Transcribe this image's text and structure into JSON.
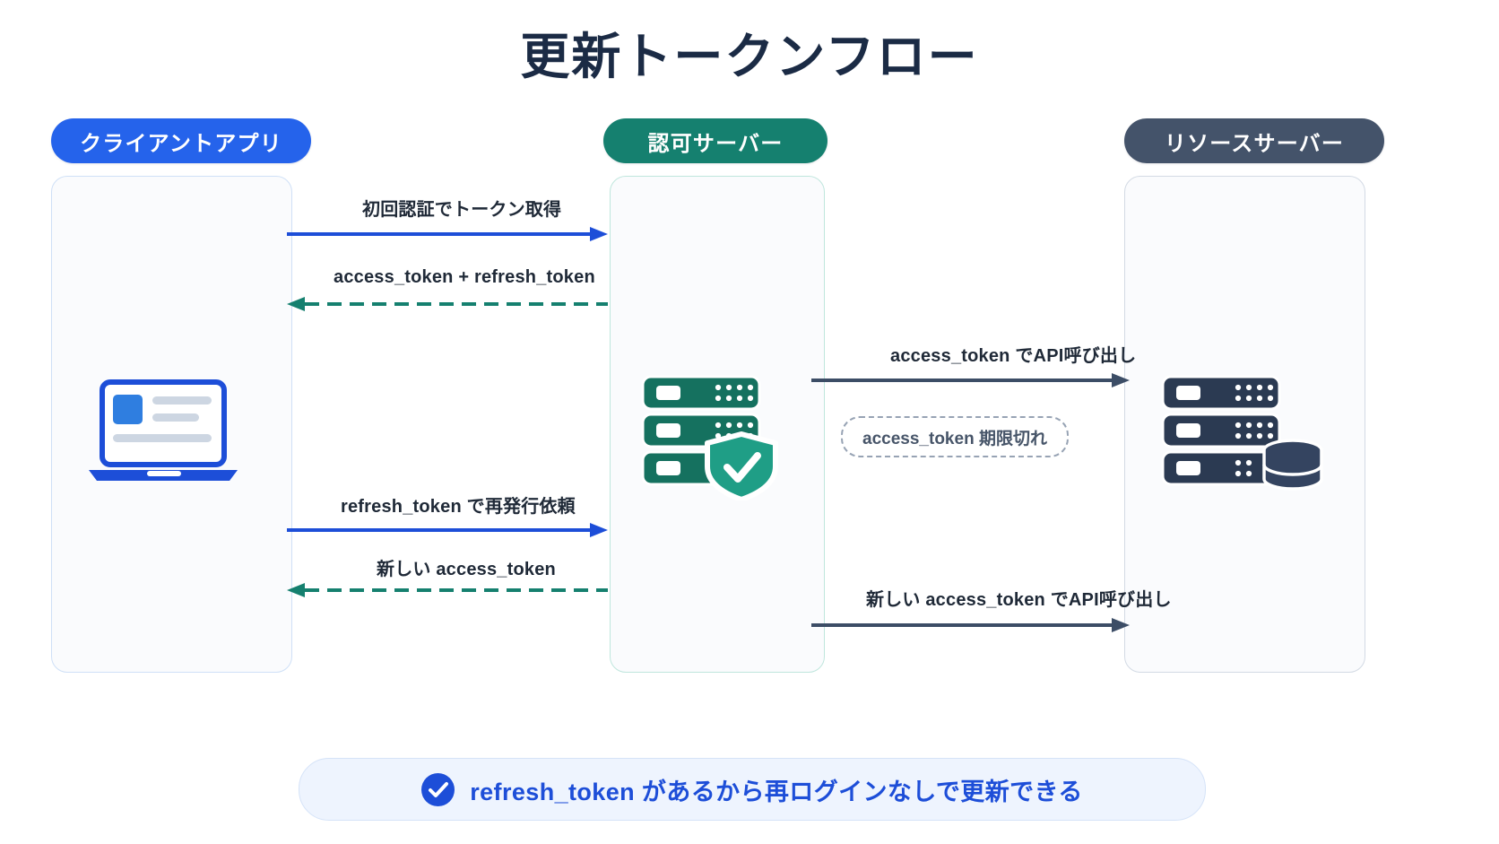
{
  "title": "更新トークンフロー",
  "colors": {
    "client": "#2563eb",
    "auth": "#15806f",
    "resource": "#44536a",
    "accent_blue": "#1d4ed8",
    "accent_green": "#15806f",
    "muted": "#475569"
  },
  "columns": [
    {
      "id": "client",
      "label": "クライアントアプリ",
      "icon": "laptop-icon"
    },
    {
      "id": "auth",
      "label": "認可サーバー",
      "icon": "server-shield-icon"
    },
    {
      "id": "resource",
      "label": "リソースサーバー",
      "icon": "server-database-icon"
    }
  ],
  "flows": [
    {
      "id": "initial-auth",
      "label": "初回認証でトークン取得",
      "direction": "right",
      "style": "solid",
      "color": "#1d4ed8"
    },
    {
      "id": "tokens-issued",
      "label": "access_token + refresh_token",
      "direction": "left",
      "style": "dashed",
      "color": "#15806f"
    },
    {
      "id": "api-call",
      "label": "access_token でAPI呼び出し",
      "direction": "right",
      "style": "solid",
      "color": "#3c4d66"
    },
    {
      "id": "reissue-request",
      "label": "refresh_token で再発行依頼",
      "direction": "right",
      "style": "solid",
      "color": "#1d4ed8"
    },
    {
      "id": "new-access-token",
      "label": "新しい access_token",
      "direction": "left",
      "style": "dashed",
      "color": "#15806f"
    },
    {
      "id": "api-call-renewed",
      "label": "新しい access_token でAPI呼び出し",
      "direction": "right",
      "style": "solid",
      "color": "#3c4d66"
    }
  ],
  "expiry_badge": {
    "label": "access_token 期限切れ",
    "style": "dashed"
  },
  "summary": {
    "icon": "check-circle-icon",
    "text": "refresh_token があるから再ログインなしで更新できる"
  }
}
